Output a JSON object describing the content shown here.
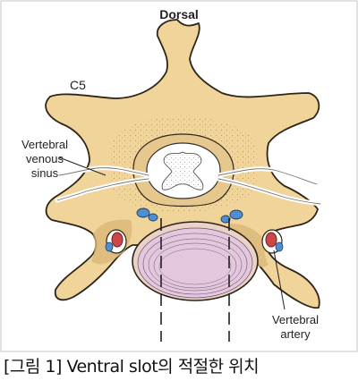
{
  "diagram": {
    "top_label": "Dorsal",
    "level_label": "C5",
    "venous_sinus_label": [
      "Vertebral",
      "venous",
      "sinus"
    ],
    "artery_label": [
      "Vertebral",
      "artery"
    ]
  },
  "caption": "[그림 1] Ventral slot의 적절한 위치",
  "colors": {
    "bone": "#f0d49a",
    "bone_shadow": "#c9a668",
    "disc": "#e3c7dc",
    "cord": "#ffffff",
    "vein": "#4f8fcf",
    "artery": "#cc4848",
    "frame": "#d9d9d9"
  }
}
